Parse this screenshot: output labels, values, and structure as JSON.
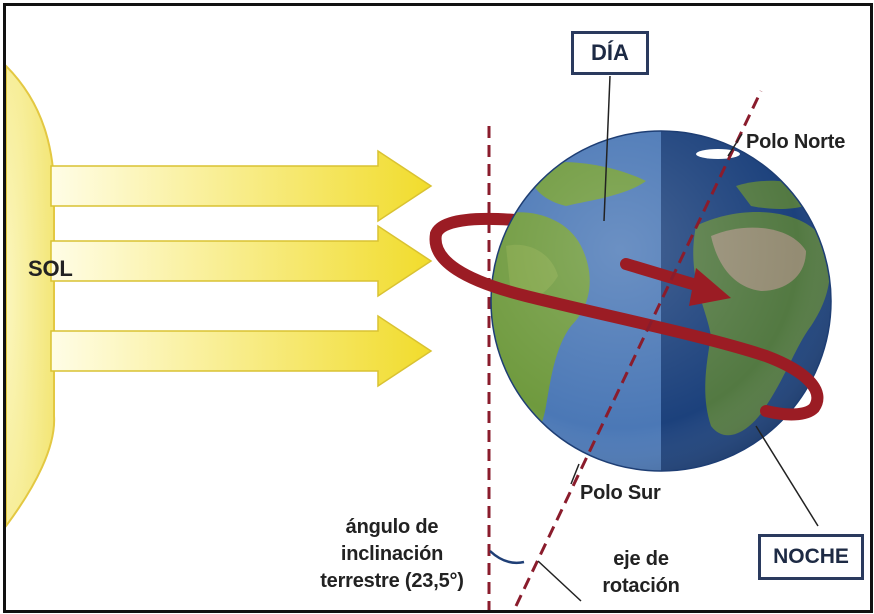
{
  "labels": {
    "sun": "SOL",
    "day": "DÍA",
    "night": "NOCHE",
    "north_pole": "Polo Norte",
    "south_pole": "Polo Sur",
    "tilt_angle_line1": "ángulo de",
    "tilt_angle_line2": "inclinación",
    "tilt_angle_line3": "terrestre (23,5°)",
    "axis_line1": "eje de",
    "axis_line2": "rotación"
  },
  "colors": {
    "sun_fill": "#f6ef9a",
    "sun_outline": "#e3c842",
    "arrow_light": "#fffbd0",
    "arrow_dark": "#f4e23a",
    "ocean_day": "#4b78b6",
    "ocean_night": "#234d8e",
    "land": "#6f9a3e",
    "desert": "#c9b582",
    "rotation_arrow": "#9b1c24",
    "axis_line": "#8a1c2c",
    "box_border": "#2a3a5e"
  },
  "icons": {
    "sun": "sun-half-icon",
    "rays": "sunlight-arrow-icon",
    "earth": "globe-icon",
    "rotation": "rotation-arrow-icon"
  }
}
